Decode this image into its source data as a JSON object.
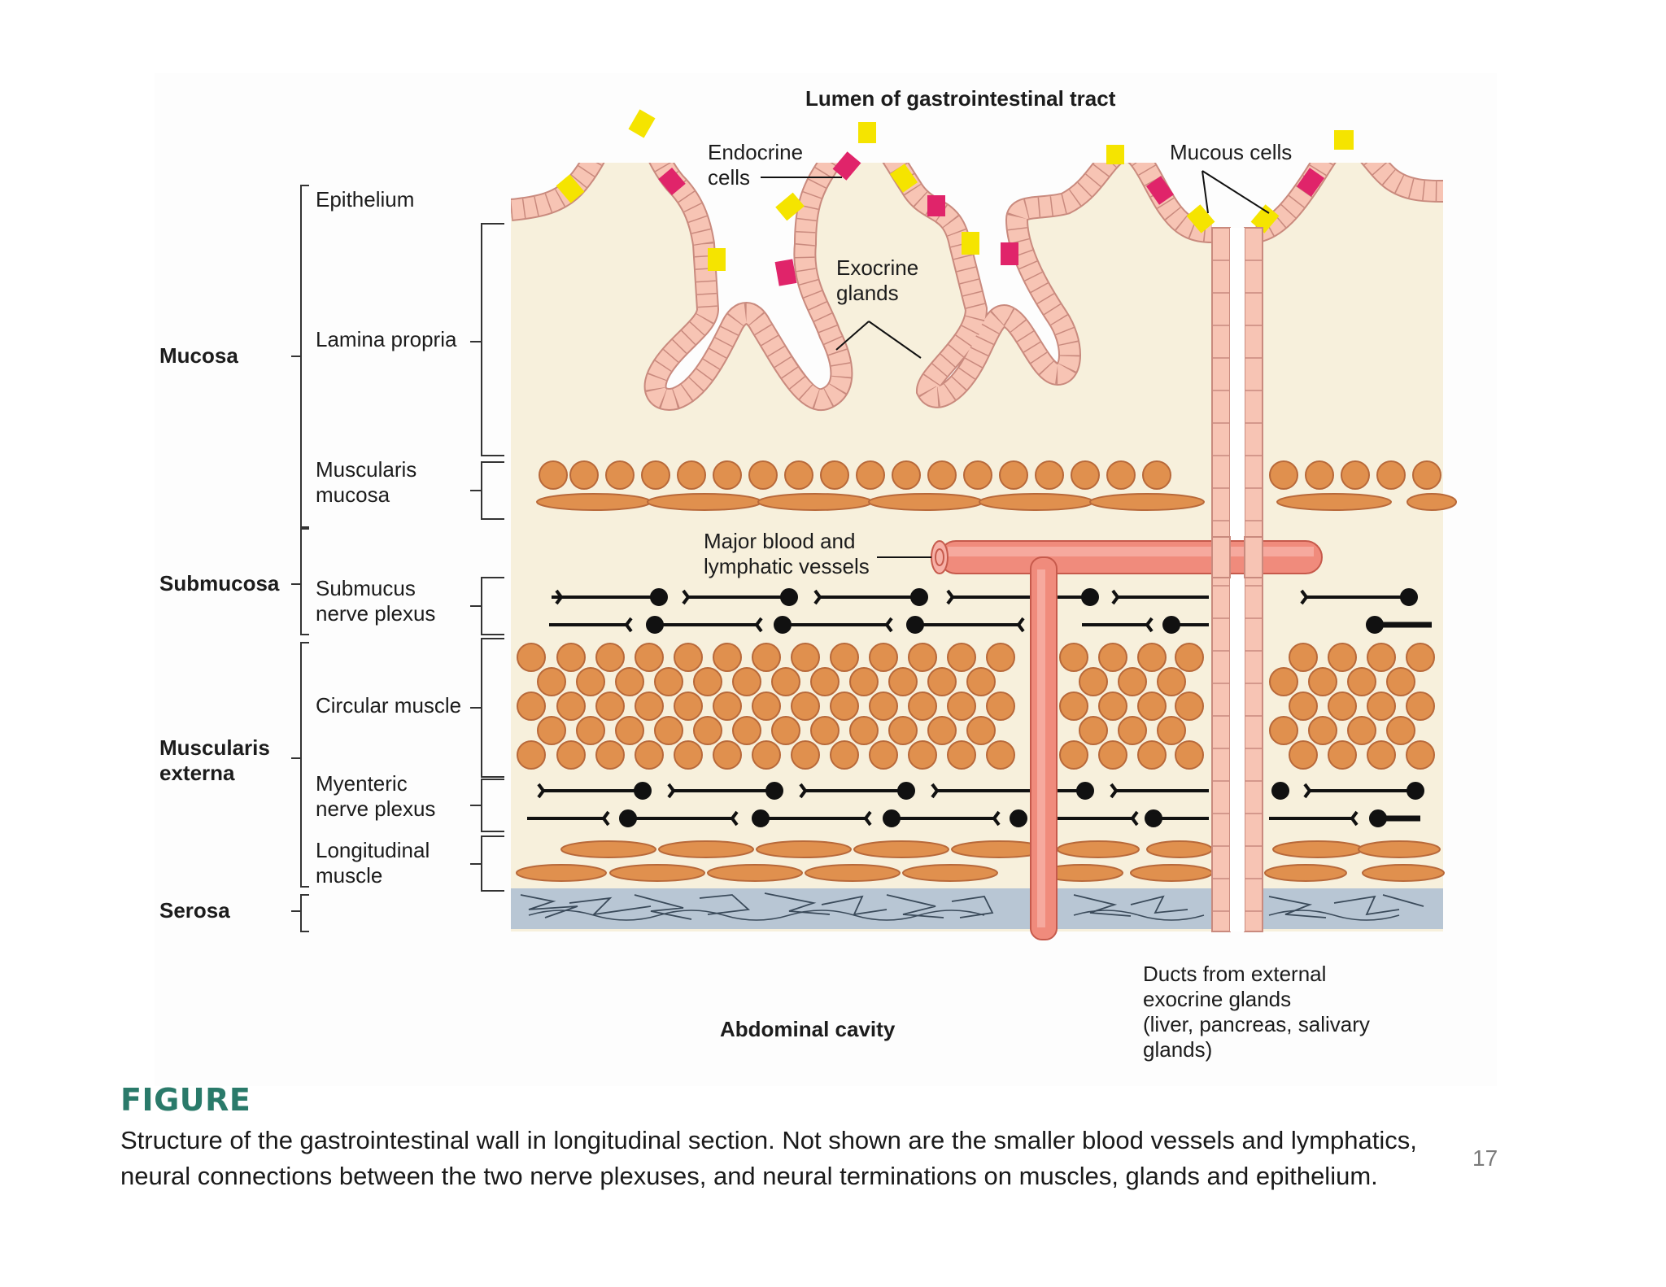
{
  "labels": {
    "lumen": "Lumen of gastrointestinal tract",
    "endocrine_cells": "Endocrine\ncells",
    "mucous_cells": "Mucous cells",
    "exocrine_glands": "Exocrine\nglands",
    "major_vessels": "Major blood and\nlymphatic vessels",
    "abdominal_cavity": "Abdominal cavity",
    "ducts": "Ducts from external\nexocrine glands\n(liver, pancreas, salivary\nglands)"
  },
  "layers": {
    "mucosa": "Mucosa",
    "submucosa": "Submucosa",
    "muscularis_externa": "Muscularis\nexterna",
    "serosa": "Serosa",
    "epithelium": "Epithelium",
    "lamina_propria": "Lamina propria",
    "muscularis_mucosa": "Muscularis\nmucosa",
    "submucus_plexus": "Submucus\nnerve plexus",
    "circular_muscle": "Circular muscle",
    "myenteric_plexus": "Myenteric\nnerve plexus",
    "longitudinal_muscle": "Longitudinal\nmuscle"
  },
  "figure": {
    "title": "FIGURE",
    "caption": "Structure of the gastrointestinal wall in longitudinal section. Not shown are the smaller blood vessels and lymphatics, neural connections between the two nerve plexuses, and neural terminations on muscles, glands and epithelium."
  },
  "page_number": "17",
  "colors": {
    "tissue": "#f7f0dc",
    "epithelium": "#f7c4b4",
    "mucous_cell": "#f5e400",
    "endocrine_cell": "#e0246a",
    "muscle": "#e0904e",
    "vessel": "#f08b7c",
    "serosa": "#b8c6d4",
    "figure_title": "#2a7a6a"
  }
}
